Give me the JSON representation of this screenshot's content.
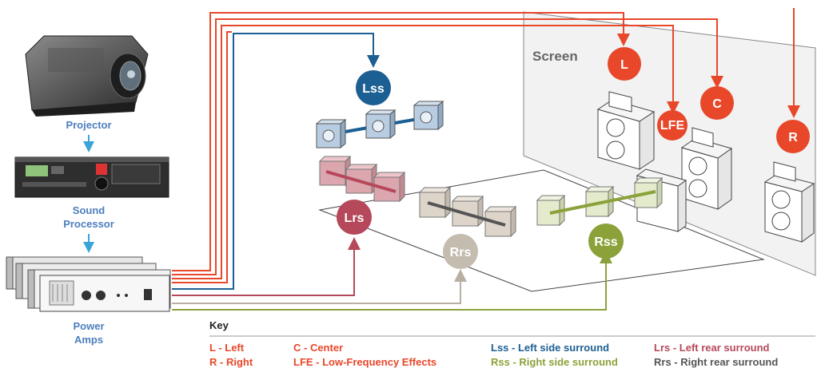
{
  "equipment": {
    "projector": "Projector",
    "sound_processor_line1": "Sound",
    "sound_processor_line2": "Processor",
    "power_amps_line1": "Power",
    "power_amps_line2": "Amps"
  },
  "screen_label": "Screen",
  "channels": {
    "L": {
      "label": "L",
      "color": "#e8472a"
    },
    "LFE": {
      "label": "LFE",
      "color": "#e8472a"
    },
    "C": {
      "label": "C",
      "color": "#e8472a"
    },
    "R": {
      "label": "R",
      "color": "#e8472a"
    },
    "Lss": {
      "label": "Lss",
      "color": "#1b5f93"
    },
    "Lrs": {
      "label": "Lrs",
      "color": "#b5485a"
    },
    "Rrs": {
      "label": "Rrs",
      "color": "#c5bcb0"
    },
    "Rss": {
      "label": "Rss",
      "color": "#8ba23a"
    }
  },
  "key": {
    "title": "Key",
    "items": [
      {
        "text": "L - Left",
        "color": "#e8472a"
      },
      {
        "text": "R - Right",
        "color": "#e8472a"
      },
      {
        "text": "C - Center",
        "color": "#e8472a"
      },
      {
        "text": "LFE - Low-Frequency Effects",
        "color": "#e8472a"
      },
      {
        "text": "Lss - Left side surround",
        "color": "#1b5f93"
      },
      {
        "text": "Rss - Right side surround",
        "color": "#8ba23a"
      },
      {
        "text": "Lrs - Left rear surround",
        "color": "#b5485a"
      },
      {
        "text": "Rrs - Right rear surround",
        "color": "#555555"
      }
    ]
  },
  "colors": {
    "front_line": "#e8472a",
    "lss_line": "#1b5f93",
    "lrs_line": "#b5485a",
    "rrs_line": "#b9b0a4",
    "rss_line": "#8ba23a",
    "flow_arrow": "#3aa3d8"
  }
}
